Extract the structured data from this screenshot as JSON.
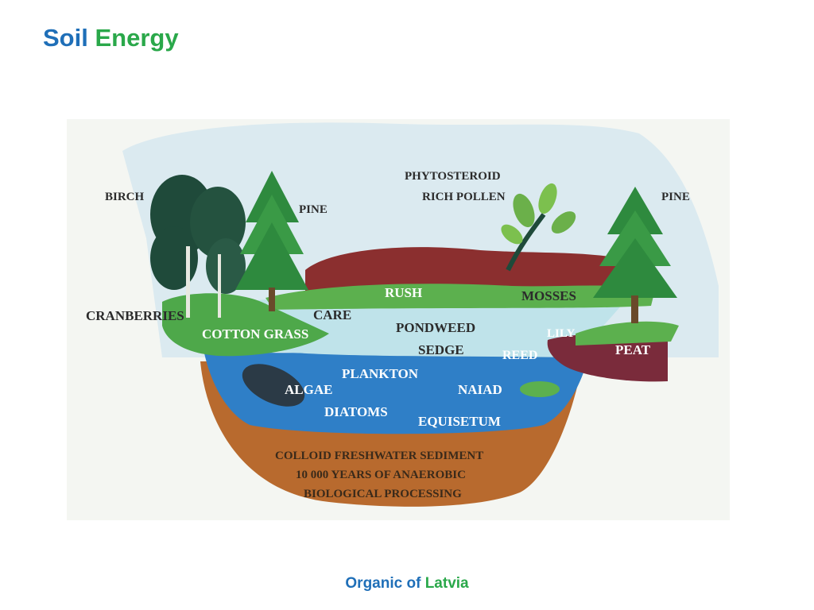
{
  "title": {
    "word1": "Soil",
    "word2": "Energy"
  },
  "footer": {
    "word1": "Organic of",
    "word2": "Latvia"
  },
  "diagram": {
    "labels": {
      "birch": "BIRCH",
      "pine_left": "PINE",
      "phytosteroid": "PHYTOSTEROID",
      "rich_pollen": "RICH POLLEN",
      "pine_right": "PINE",
      "cranberries": "CRANBERRIES",
      "care": "CARE",
      "cotton_grass": "COTTON GRASS",
      "rush": "RUSH",
      "mosses": "MOSSES",
      "pondweed": "PONDWEED",
      "sedge": "SEDGE",
      "lily": "LILY",
      "reed": "REED",
      "peat": "PEAT",
      "plankton": "PLANKTON",
      "algae": "ALGAE",
      "naiad": "NAIAD",
      "diatoms": "DIATOMS",
      "equisetum": "EQUISETUM",
      "sediment_1": "COLLOID FRESHWATER SEDIMENT",
      "sediment_2": "10 000 YEARS OF ANAEROBIC",
      "sediment_3": "BIOLOGICAL PROCESSING"
    }
  },
  "colors": {
    "title_blue": "#1f6fb8",
    "title_green": "#2aa84a",
    "sky": "#dbeaf0",
    "water": "#2f7fc7",
    "shallow_water": "#bfe3ea",
    "sediment": "#b86a2e",
    "hill": "#8b2f2f",
    "peat": "#7a2b3b",
    "grass": "#4ea84a",
    "tree_dark": "#1f4a3a"
  }
}
